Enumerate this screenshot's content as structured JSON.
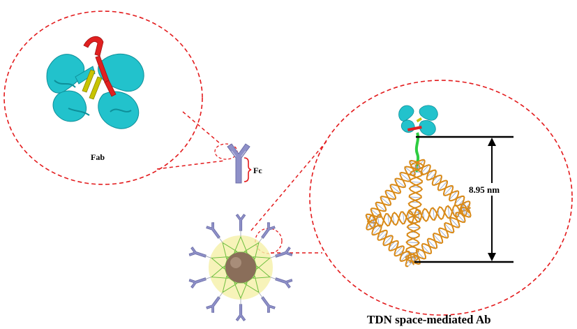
{
  "labels": {
    "fab": "Fab",
    "fc": "Fc",
    "distance": "8.95 nm",
    "caption": "TDN space-mediated Ab"
  },
  "colors": {
    "dashed_outline": "#e31a1c",
    "protein_cyan": "#22c2cc",
    "protein_cyan_dark": "#0e8f99",
    "strand_red": "#e02020",
    "strand_yellow": "#c8c400",
    "antibody": "#8e90c8",
    "dna_backbone": "#d98a18",
    "dna_base": "#8da0c8",
    "linker_green": "#2ecc40",
    "nanoparticle": "#8a6e5a",
    "shell": "#f5f0a8",
    "tdn_green": "#6fbf3f"
  },
  "icons": {
    "fab_structure": "fab-ribbon-icon",
    "antibody": "y-antibody-icon",
    "nanoparticle": "nanoparticle-icon",
    "dna_tetrahedron": "dna-tetrahedron-icon"
  },
  "particle": {
    "antibody_count": 10
  }
}
